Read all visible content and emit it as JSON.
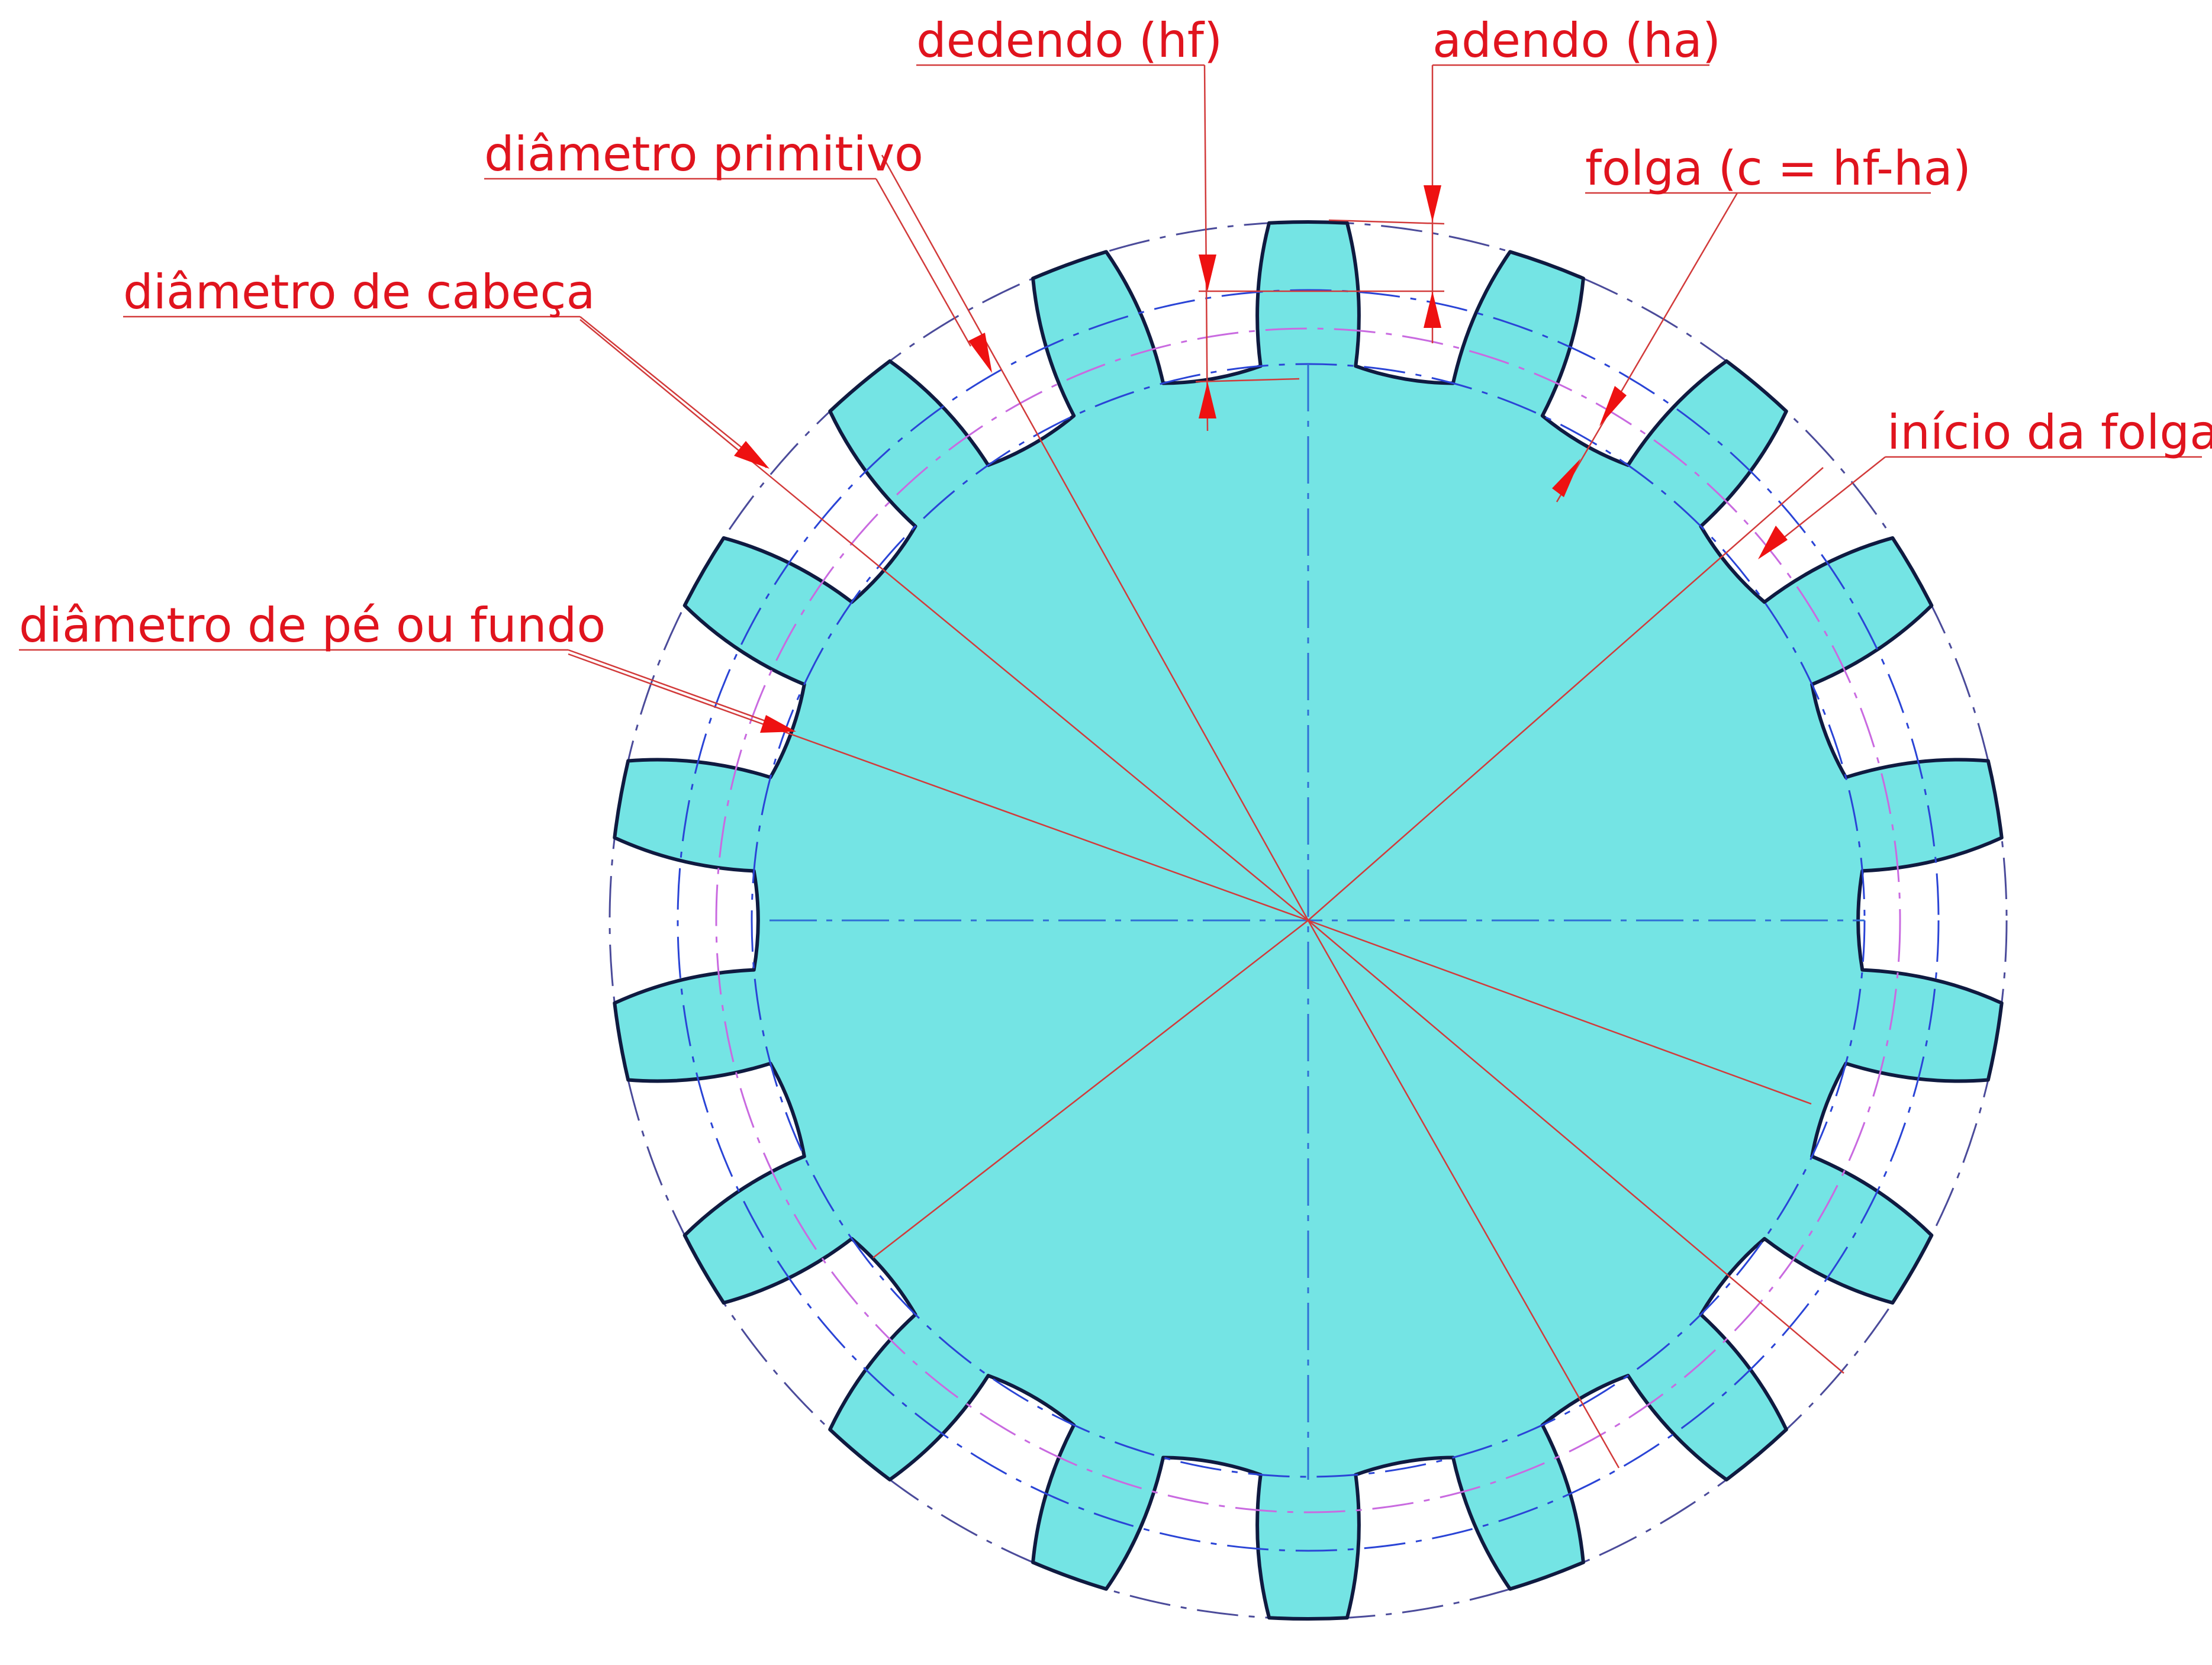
{
  "labels": {
    "dedendo": "dedendo (hf)",
    "adendo": "adendo (ha)",
    "diametro_primitivo": "diâmetro primitivo",
    "folga": "folga (c = hf-ha)",
    "diametro_cabeca": "diâmetro de cabeça",
    "inicio_folga": "início da folga",
    "diametro_pe": "diâmetro de pé ou fundo"
  },
  "gear": {
    "teeth": 18
  },
  "colors": {
    "gear_fill": "#74e4e4",
    "gear_outline": "#0f1a40",
    "label_text": "#e0141e",
    "leader_line": "#d23a3a",
    "arrow": "#ee1111",
    "addendum_circle": "#4b4b9a",
    "pitch_circle": "#2a44d6",
    "clearance_circle": "#c96ae0",
    "center_line": "#2f6fd6",
    "background": "#ffffff"
  }
}
